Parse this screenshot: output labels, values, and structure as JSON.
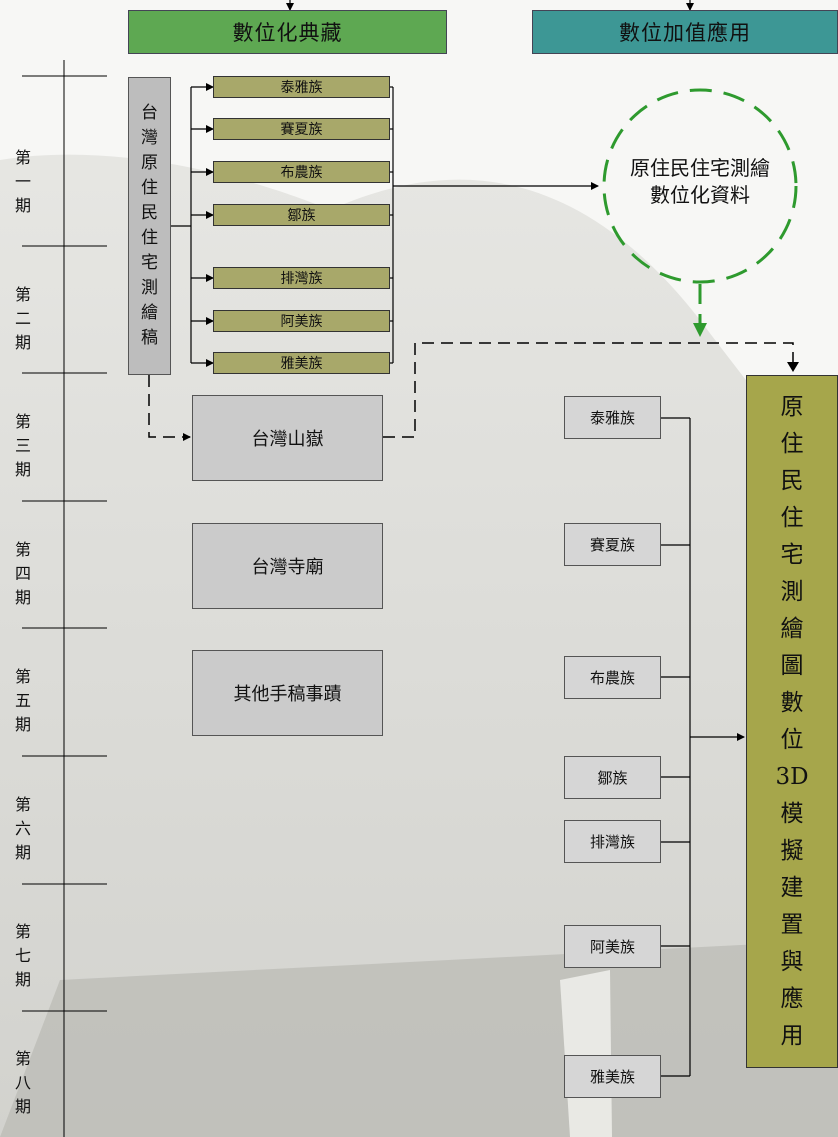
{
  "headers": {
    "digital_archive": "數位化典藏",
    "value_added_apps": "數位加值應用"
  },
  "periods": [
    "第一期",
    "第二期",
    "第三期",
    "第四期",
    "第五期",
    "第六期",
    "第七期",
    "第八期"
  ],
  "source_manuscript": "台灣原住民住宅測繪稿",
  "manuscript_tribes": [
    "泰雅族",
    "賽夏族",
    "布農族",
    "鄒族",
    "排灣族",
    "阿美族",
    "雅美族"
  ],
  "other_collections": [
    "台灣山嶽",
    "台灣寺廟",
    "其他手稿事蹟"
  ],
  "digitized_data_line1": "原住民住宅測繪",
  "digitized_data_line2": "數位化資料",
  "model_tribes": [
    "泰雅族",
    "賽夏族",
    "布農族",
    "鄒族",
    "排灣族",
    "阿美族",
    "雅美族"
  ],
  "result_label": [
    "原",
    "住",
    "民",
    "住",
    "宅",
    "測",
    "繪",
    "圖",
    "數",
    "位",
    "3D",
    "模",
    "擬",
    "建",
    "置",
    "與",
    "應",
    "用"
  ],
  "colors": {
    "green_header": "#5ea852",
    "teal_header": "#3d9795",
    "olive": "#a8a86a",
    "result": "#a6a64b",
    "dashed_green": "#2e9a2e"
  }
}
